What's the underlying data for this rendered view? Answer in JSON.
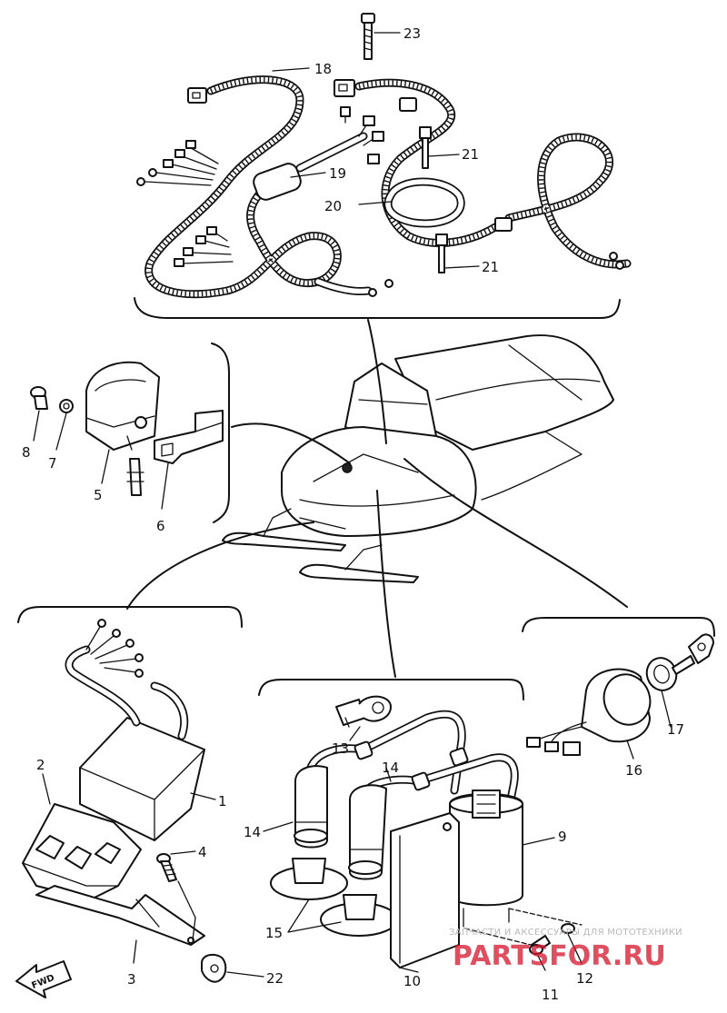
{
  "callouts": {
    "p1": "1",
    "p2": "2",
    "p3": "3",
    "p4": "4",
    "p5": "5",
    "p6": "6",
    "p7": "7",
    "p8": "8",
    "p9": "9",
    "p10": "10",
    "p11": "11",
    "p12": "12",
    "p13": "13",
    "p14a": "14",
    "p14b": "14",
    "p15": "15",
    "p16": "16",
    "p17": "17",
    "p18": "18",
    "p19": "19",
    "p20": "20",
    "p21a": "21",
    "p21b": "21",
    "p22": "22",
    "p23": "23"
  },
  "direction_arrow": "FWD",
  "watermark": {
    "caption": "ЗАПЧАСТИ И АКСЕССУАРЫ ДЛЯ МОТОТЕХНИКИ",
    "brand": "PARTSFOR.RU"
  },
  "colors": {
    "line": "#111111",
    "background": "#ffffff",
    "watermark_brand": "#d4142a"
  }
}
